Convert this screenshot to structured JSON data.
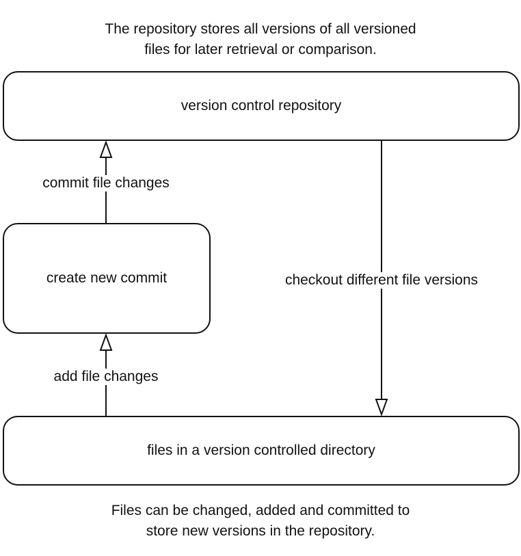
{
  "captions": {
    "top_line1": "The repository stores all versions of all versioned",
    "top_line2": "files for later retrieval or comparison.",
    "bottom_line1": "Files can be changed, added and committed to",
    "bottom_line2": "store new versions in the repository."
  },
  "nodes": {
    "repository": "version control repository",
    "create_commit": "create new commit",
    "working_directory": "files in a version controlled directory"
  },
  "edges": {
    "add_changes": "add file changes",
    "commit_changes": "commit file changes",
    "checkout_versions": "checkout different file versions"
  }
}
